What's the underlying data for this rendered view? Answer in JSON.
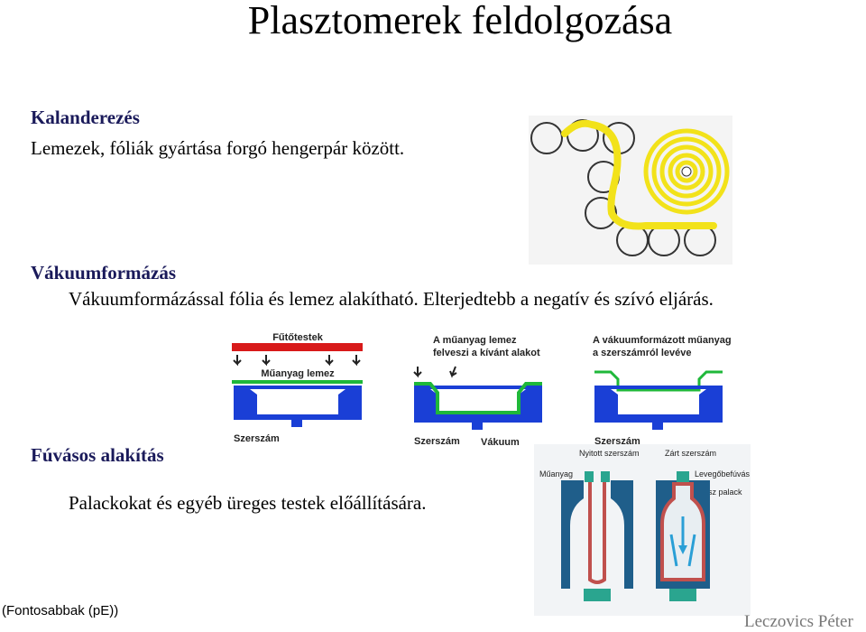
{
  "title": "Plasztomerek feldolgozása",
  "sections": {
    "calendering": {
      "heading": "Kalanderezés",
      "text": "Lemezek, fóliák gyártása forgó hengerpár között."
    },
    "vacuum": {
      "heading": "Vákuumformázás",
      "text": "Vákuumformázással fólia és lemez alakítható. Elterjedtebb a negatív és szívó eljárás.",
      "diagram_labels": {
        "heaters": "Fűtőtestek",
        "plastic_sheet": "Műanyag lemez",
        "tool1": "Szerszám",
        "stage2_line1": "A műanyag lemez",
        "stage2_line2": "felveszi a kívánt alakot",
        "tool2": "Szerszám",
        "vacuum": "Vákuum",
        "stage3_line1": "A vákuumformázott műanyag",
        "stage3_line2": "a szerszámról levéve",
        "tool3": "Szerszám"
      }
    },
    "blow": {
      "heading": "Fúvásos alakítás",
      "text": "Palackokat és egyéb üreges testek előállítására.",
      "diagram_labels": {
        "open_tool": "Nyitott szerszám",
        "closed_tool": "Zárt szerszám",
        "plastic": "Műanyag",
        "air_blow": "Levegőbefúvás",
        "finished": "Kész palack"
      }
    }
  },
  "footer": {
    "source": "(Fontosabbak (pE))",
    "author": "Leczovics Péter"
  },
  "colors": {
    "foil_yellow": "#f2e21a",
    "tool_blue": "#1a3fd6",
    "foil_green": "#1fb83a",
    "heater_red": "#d81a1a",
    "mold_blue": "#1f5e8a",
    "bottle_red": "#c0504d",
    "mold_teal": "#2aa58f"
  }
}
